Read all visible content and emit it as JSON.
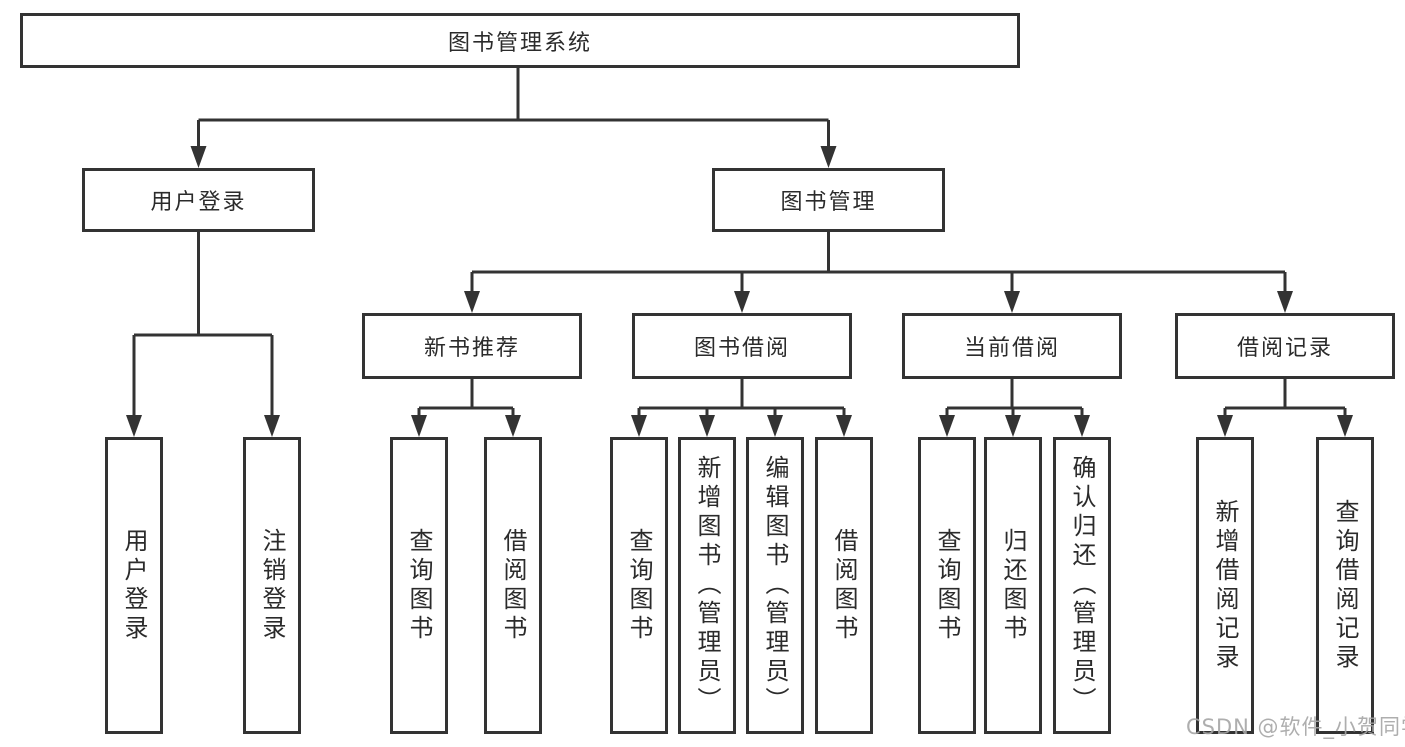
{
  "diagram": {
    "root": {
      "label": "图书管理系统"
    },
    "user_login": {
      "label": "用户登录",
      "children": [
        {
          "label": "用户登录"
        },
        {
          "label": "注销登录"
        }
      ]
    },
    "book_mgmt": {
      "label": "图书管理",
      "modules": [
        {
          "label": "新书推荐",
          "children": [
            {
              "label": "查询图书"
            },
            {
              "label": "借阅图书"
            }
          ]
        },
        {
          "label": "图书借阅",
          "children": [
            {
              "label": "查询图书"
            },
            {
              "label": "新增图书（管理员）"
            },
            {
              "label": "编辑图书（管理员）"
            },
            {
              "label": "借阅图书"
            }
          ]
        },
        {
          "label": "当前借阅",
          "children": [
            {
              "label": "查询图书"
            },
            {
              "label": "归还图书"
            },
            {
              "label": "确认归还（管理员）"
            }
          ]
        },
        {
          "label": "借阅记录",
          "children": [
            {
              "label": "新增借阅记录"
            },
            {
              "label": "查询借阅记录"
            }
          ]
        }
      ]
    }
  },
  "watermark": {
    "text": "CSDN @软件_小贺同学"
  },
  "colors": {
    "line": "#333333",
    "text": "#2b2b2b",
    "background": "#ffffff",
    "watermark": "#a5a5a5"
  }
}
